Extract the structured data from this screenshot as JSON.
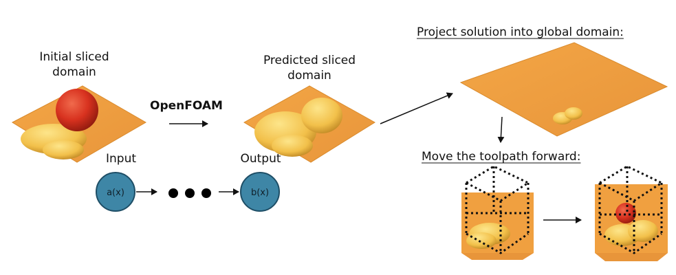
{
  "colors": {
    "plate": "#F0A040",
    "plate_edge": "#D98A2C",
    "bump": "#F2C04A",
    "bump_dark": "#C98E22",
    "sphere": "#D8321F",
    "node_fill": "#3E86A6",
    "node_stroke": "#1E4E66"
  },
  "labels": {
    "initial_line1": "Initial sliced",
    "initial_line2": "domain",
    "openfoam": "OpenFOAM",
    "predicted_line1": "Predicted sliced",
    "predicted_line2": "domain",
    "input": "Input",
    "output": "Output",
    "project_header": "Project solution into global domain:",
    "move_header": "Move the toolpath forward:"
  },
  "nodes": {
    "input_node": "a(x)",
    "output_node": "b(x)"
  }
}
